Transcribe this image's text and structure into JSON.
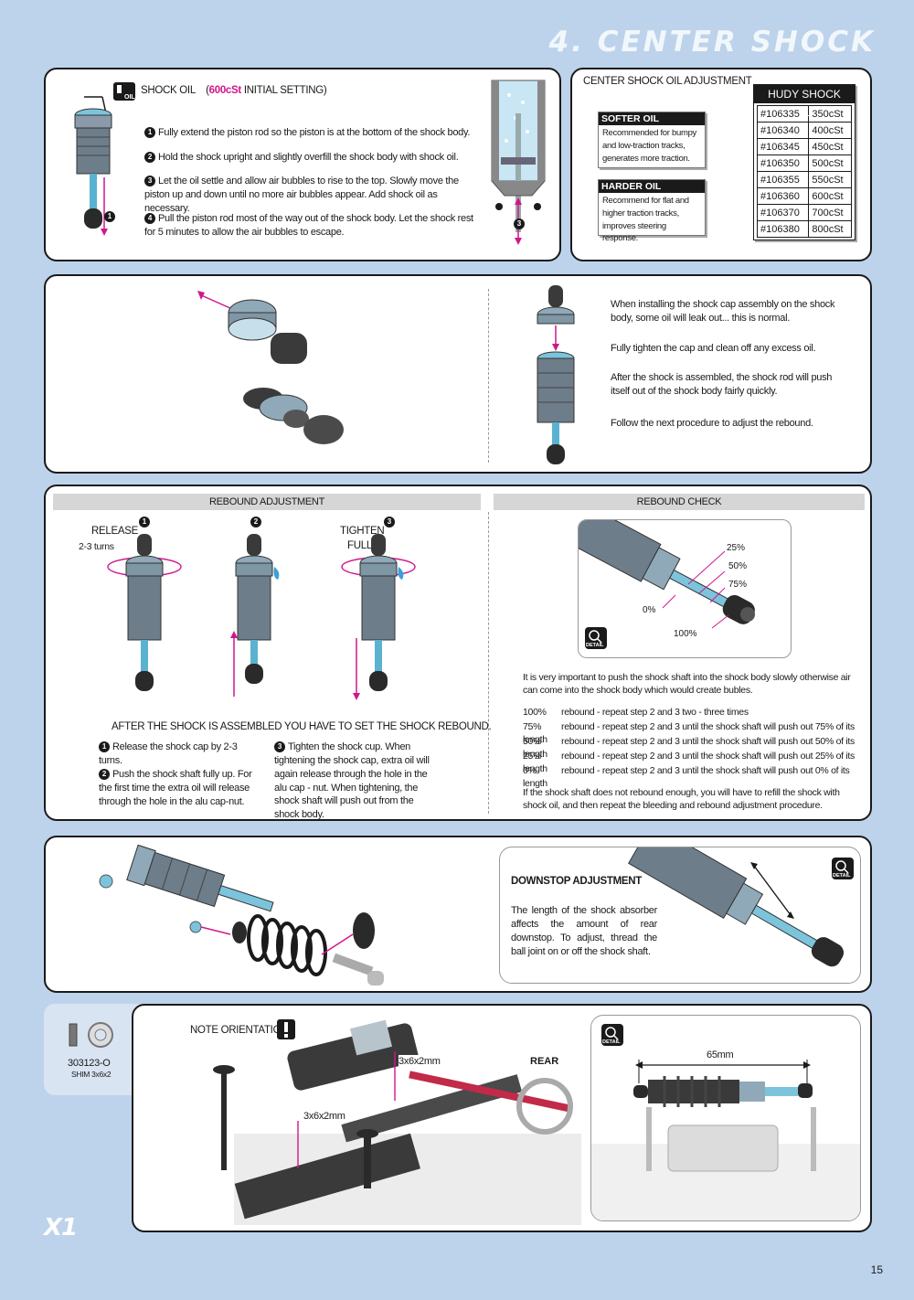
{
  "page_title": "4. CENTER SHOCK",
  "page_number": "15",
  "brand": "X1",
  "oil": {
    "label": "SHOCK OIL",
    "setting_value": "600cSt",
    "setting_rest": "INITIAL SETTING)",
    "setting_open": "(",
    "icon_label": "OIL",
    "steps": [
      {
        "n": "1",
        "text": "Fully extend the piston rod so the piston is at the bottom of the shock body."
      },
      {
        "n": "2",
        "text": "Hold the shock upright and slightly overfill the shock body with shock oil."
      },
      {
        "n": "3",
        "text": "Let the oil settle and allow air bubbles to rise to the top. Slowly move the piston up and down until no more air bubbles appear. Add shock oil as necessary."
      },
      {
        "n": "4",
        "text": "Pull the piston rod most of the way out of the shock body. Let the shock rest for 5 minutes to allow the air bubbles to escape."
      }
    ],
    "fig_num_1": "1",
    "fig_num_3": "3"
  },
  "adjust": {
    "title": "CENTER SHOCK OIL ADJUSTMENT",
    "softer_head": "SOFTER OIL",
    "softer_body": "Recommended for bumpy and low-traction tracks, generates more traction.",
    "harder_head": "HARDER OIL",
    "harder_body": "Recommend for flat and higher traction tracks, improves steering response.",
    "table_head": "HUDY SHOCK OILS",
    "oils": [
      {
        "code": "#106335",
        "visc": "350cSt"
      },
      {
        "code": "#106340",
        "visc": "400cSt"
      },
      {
        "code": "#106345",
        "visc": "450cSt"
      },
      {
        "code": "#106350",
        "visc": "500cSt"
      },
      {
        "code": "#106355",
        "visc": "550cSt"
      },
      {
        "code": "#106360",
        "visc": "600cSt"
      },
      {
        "code": "#106370",
        "visc": "700cSt"
      },
      {
        "code": "#106380",
        "visc": "800cSt"
      }
    ]
  },
  "assembly": {
    "paragraphs": [
      "When installing the shock cap assembly on the shock body, some oil will leak out... this is normal.",
      "Fully tighten the cap and clean off any excess oil.",
      "After the shock is assembled, the shock rod will push itself out of the shock body fairly quickly.",
      "Follow the next procedure to adjust the rebound."
    ]
  },
  "rebound_adj": {
    "header": "REBOUND ADJUSTMENT",
    "release": "RELEASE",
    "turns": "2-3 turns",
    "tighten": "TIGHTEN",
    "fully": "FULLY",
    "n1": "1",
    "n2": "2",
    "n3": "3",
    "main_note": "AFTER THE SHOCK IS ASSEMBLED YOU HAVE TO SET THE SHOCK REBOUND.",
    "step1": "Release the shock cap by 2-3 turns.",
    "step2": "Push the shock shaft fully up. For the first time the extra oil will release through the hole in the alu cap-nut.",
    "step3": "Tighten the shock cup. When tightening the shock cap, extra oil will again release through the hole in the alu cap - nut. When tightening, the shock shaft will push out from the shock body."
  },
  "rebound_check": {
    "header": "REBOUND CHECK",
    "marks": [
      "25%",
      "50%",
      "75%",
      "0%",
      "100%"
    ],
    "detail_label": "DETAIL",
    "intro": "It is very important to push the shock shaft into the shock body slowly otherwise air can come into the shock body which would create bubles.",
    "rows": [
      {
        "pct": "100%",
        "text": "rebound - repeat step 2 and 3 two - three times"
      },
      {
        "pct": "75%",
        "text": "rebound - repeat step 2 and 3  until the shock shaft will push out 75% of its length"
      },
      {
        "pct": "50%",
        "text": "rebound - repeat step 2 and 3  until the shock shaft will push out 50% of its length"
      },
      {
        "pct": "25%",
        "text": "rebound - repeat step 2 and 3  until the shock shaft will push out 25% of its length"
      },
      {
        "pct": "0%",
        "text": "rebound - repeat step 2 and 3  until the shock shaft will push out 0% of its length"
      }
    ],
    "outro": "If the shock shaft does not rebound enough, you will have to refill the shock with shock oil, and then repeat the bleeding and rebound adjustment procedure."
  },
  "downstop": {
    "title": "DOWNSTOP ADJUSTMENT",
    "body": "The length of the shock absorber affects the amount of rear downstop. To adjust, thread the ball joint on or off the shock shaft.",
    "detail_label": "DETAIL"
  },
  "install": {
    "part_code": "303123-O",
    "part_name": "SHIM 3x6x2",
    "note": "NOTE ORIENTATION",
    "shim1": "3x6x2mm",
    "shim2": "3x6x2mm",
    "rear": "REAR",
    "detail_label": "DETAIL",
    "length": "65mm"
  },
  "colors": {
    "accent": "#d1168c",
    "background": "#bdd3eb",
    "shock_blue": "#7cc4dc"
  }
}
